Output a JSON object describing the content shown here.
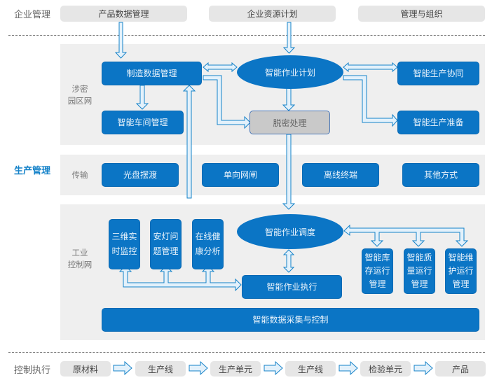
{
  "levels": {
    "enterprise": "企业管理",
    "production": "生产管理",
    "control": "控制执行"
  },
  "enterprise_items": [
    "产品数据管理",
    "企业资源计划",
    "管理与组织"
  ],
  "zones": {
    "secret_park": "涉密\n园区网",
    "transfer": "传输",
    "industrial": "工业\n控制网"
  },
  "secret_park_nodes": {
    "mfg_data": "制造数据管理",
    "workshop": "智能车间管理",
    "job_plan": "智能作业计划",
    "declassify": "脱密处理",
    "coop": "智能生产协同",
    "prep": "智能生产准备"
  },
  "transfer_items": [
    "光盘摆渡",
    "单向网闸",
    "离线终端",
    "其他方式"
  ],
  "industrial_nodes": {
    "monitor": "三维实\n时监控",
    "andon": "安灯问\n题管理",
    "health": "在线健\n康分析",
    "dispatch": "智能作业调度",
    "execute": "智能作业执行",
    "warehouse": "智能库\n存运行\n管理",
    "quality": "智能质\n量运行\n管理",
    "maintenance": "智能维\n护运行\n管理",
    "data_collect": "智能数据采集与控制"
  },
  "control_flow": [
    "原材料",
    "生产线",
    "生产单元",
    "生产线",
    "检验单元",
    "产品"
  ],
  "colors": {
    "primary_blue": "#0b75c5",
    "band_gray": "#efefef",
    "button_gray": "#e6e6e6",
    "arrow_fill": "#e3f1fb",
    "arrow_stroke": "#1683c9",
    "label_blue": "#1683c9"
  }
}
